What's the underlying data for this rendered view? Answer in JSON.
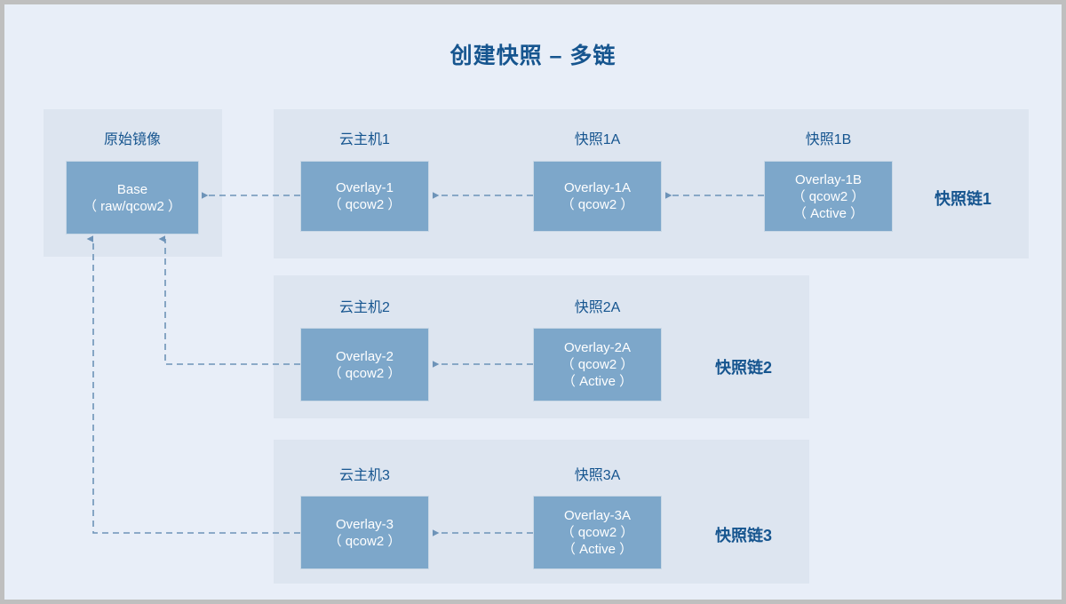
{
  "diagram": {
    "title": "创建快照 – 多链",
    "title_color": "#16558f",
    "canvas_color": "#e8eef8",
    "panel_color": "#dde5f0",
    "node_color": "#7da7ca",
    "node_text_color": "#ffffff",
    "connector_color": "#6d93b8",
    "frame_border_color": "#bfbfbf"
  },
  "source": {
    "caption": "原始镜像",
    "node": {
      "name": "base",
      "line1": "Base",
      "line2": "（ raw/qcow2 ）"
    }
  },
  "chains": [
    {
      "label": "快照链1",
      "nodes": [
        {
          "name": "overlay-1",
          "caption": "云主机1",
          "line1": "Overlay-1",
          "line2": "（ qcow2 ）",
          "line3": ""
        },
        {
          "name": "overlay-1a",
          "caption": "快照1A",
          "line1": "Overlay-1A",
          "line2": "（ qcow2 ）",
          "line3": ""
        },
        {
          "name": "overlay-1b",
          "caption": "快照1B",
          "line1": "Overlay-1B",
          "line2": "（ qcow2 ）",
          "line3": "（ Active ）"
        }
      ]
    },
    {
      "label": "快照链2",
      "nodes": [
        {
          "name": "overlay-2",
          "caption": "云主机2",
          "line1": "Overlay-2",
          "line2": "（ qcow2 ）",
          "line3": ""
        },
        {
          "name": "overlay-2a",
          "caption": "快照2A",
          "line1": "Overlay-2A",
          "line2": "（ qcow2 ）",
          "line3": "（ Active ）"
        }
      ]
    },
    {
      "label": "快照链3",
      "nodes": [
        {
          "name": "overlay-3",
          "caption": "云主机3",
          "line1": "Overlay-3",
          "line2": "（ qcow2 ）",
          "line3": ""
        },
        {
          "name": "overlay-3a",
          "caption": "快照3A",
          "line1": "Overlay-3A",
          "line2": "（ qcow2 ）",
          "line3": "（ Active ）"
        }
      ]
    }
  ],
  "connectors": [
    {
      "name": "overlay-1-to-base",
      "from": "overlay-1",
      "to": "base",
      "style": "dashed",
      "arrow": "left"
    },
    {
      "name": "overlay-1a-to-overlay-1",
      "from": "overlay-1a",
      "to": "overlay-1",
      "style": "dashed",
      "arrow": "left"
    },
    {
      "name": "overlay-1b-to-overlay-1a",
      "from": "overlay-1b",
      "to": "overlay-1a",
      "style": "dashed",
      "arrow": "left"
    },
    {
      "name": "overlay-2a-to-overlay-2",
      "from": "overlay-2a",
      "to": "overlay-2",
      "style": "dashed",
      "arrow": "left"
    },
    {
      "name": "overlay-2-to-base",
      "from": "overlay-2",
      "to": "base",
      "style": "dashed",
      "arrow": "up"
    },
    {
      "name": "overlay-3a-to-overlay-3",
      "from": "overlay-3a",
      "to": "overlay-3",
      "style": "dashed",
      "arrow": "left"
    },
    {
      "name": "overlay-3-to-base",
      "from": "overlay-3",
      "to": "base",
      "style": "dashed",
      "arrow": "up"
    }
  ]
}
